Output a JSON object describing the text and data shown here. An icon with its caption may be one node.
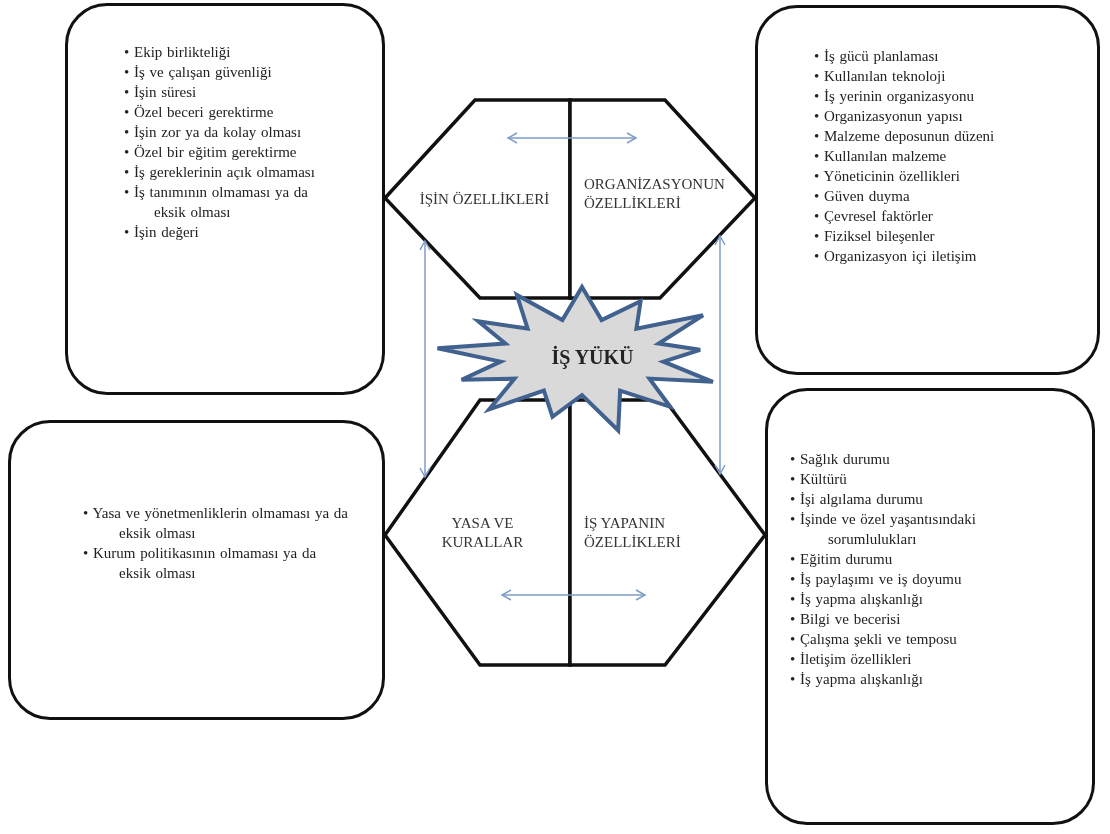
{
  "diagram": {
    "nodes": [
      {
        "text": [
          "• Ekip birlikteliği",
          "• İş ve çalışan güvenliği",
          "• İşin süresi",
          "• Özel beceri gerektirme",
          "• İşin zor ya da kolay olması",
          "• Özel bir eğitim gerektirme",
          "• İş gereklerinin açık olmaması",
          "• İş tanımının olmaması ya da eksik olması",
          "• İşin değeri"
        ]
      },
      {
        "text": [
          "İŞİN ÖZELLİKLERİ"
        ]
      },
      {
        "text": [
          "ORGANİZASYONUN ÖZELLİKLERİ"
        ]
      },
      {
        "text": [
          "• İş gücü planlaması",
          "• Kullanılan teknoloji",
          "• İş yerinin organizasyonu",
          "• Organizasyonun yapısı",
          "• Malzeme deposunun düzeni",
          "• Kullanılan malzeme",
          "• Yöneticinin özellikleri",
          "• Güven duyma",
          "• Çevresel faktörler",
          "• Fiziksel bileşenler",
          "• Organizasyon içi iletişim"
        ]
      },
      {
        "text": [
          "İŞ YÜKÜ"
        ]
      },
      {
        "text": [
          "• Yasa ve yönetmenliklerin olmaması ya da eksik olması",
          "• Kurum politikasının olmaması ya da eksik olması"
        ]
      },
      {
        "text": [
          "YASA VE KURALLAR"
        ]
      },
      {
        "text": [
          "İŞ YAPANIN ÖZELLİKLERİ"
        ]
      },
      {
        "text": [
          "• Sağlık durumu",
          "• Kültürü",
          "• İşi algılama durumu",
          "• İşinde ve özel yaşantısındaki sorumlulukları",
          "• Eğitim durumu",
          "• İş paylaşımı ve iş doyumu",
          "• İş yapma alışkanlığı",
          "• Bilgi ve becerisi",
          "• Çalışma şekli ve temposu",
          "• İletişim özellikleri",
          "• İş yapma alışkanlığı"
        ]
      }
    ],
    "edges": [
      {
        "from": 1,
        "to": 2,
        "arrow": "both"
      },
      {
        "from": 1,
        "to": 6,
        "arrow": "both"
      },
      {
        "from": 2,
        "to": 7,
        "arrow": "both"
      },
      {
        "from": 6,
        "to": 7,
        "arrow": "both"
      }
    ]
  }
}
